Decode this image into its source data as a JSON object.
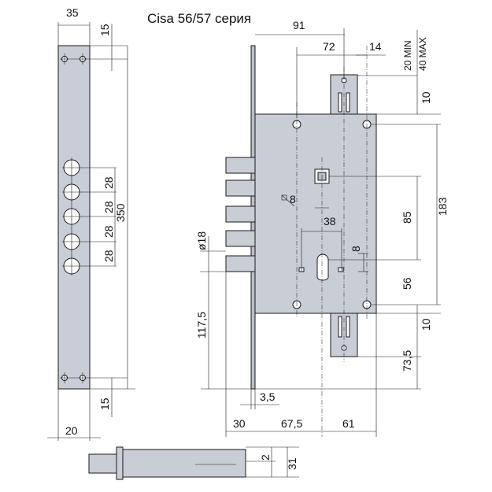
{
  "title": "Cisa 56/57 серия",
  "faceplate": {
    "width_top": "35",
    "width_bottom": "20",
    "top_offset": "15",
    "bottom_offset": "15",
    "length": "350",
    "pitch_1": "28",
    "pitch_2": "28",
    "pitch_3": "28",
    "pitch_4": "28"
  },
  "body": {
    "width_91": "91",
    "width_72": "72",
    "offset_14": "14",
    "min_label": "20 MIN",
    "max_label": "40 MAX",
    "top_10": "10",
    "height_183": "183",
    "spindle_85": "85",
    "spindle_8": "8",
    "dist_38": "38",
    "cyl_8": "8",
    "cyl_56": "56",
    "bottom_10": "10",
    "bottom_73_5": "73,5",
    "bolt_d18": "ø18",
    "height_117_5": "117,5",
    "gap_3_5": "3,5",
    "w_30": "30",
    "w_67_5": "67,5",
    "w_61": "61"
  },
  "side": {
    "thick_2": "2",
    "thick_31": "31"
  }
}
